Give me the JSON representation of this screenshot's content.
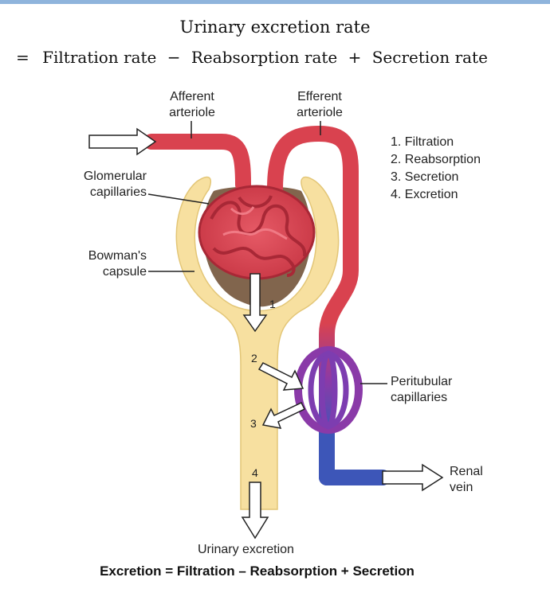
{
  "formula": {
    "line1": "Urinary excretion rate",
    "eq": "=",
    "filtration": "Filtration rate",
    "minus": "−",
    "reabsorption": "Reabsorption rate",
    "plus": "+",
    "secretion": "Secretion rate"
  },
  "labels": {
    "afferent_1": "Afferent",
    "afferent_2": "arteriole",
    "efferent_1": "Efferent",
    "efferent_2": "arteriole",
    "glomerular_1": "Glomerular",
    "glomerular_2": "capillaries",
    "bowman_1": "Bowman's",
    "bowman_2": "capsule",
    "peritubular_1": "Peritubular",
    "peritubular_2": "capillaries",
    "renal_1": "Renal",
    "renal_2": "vein",
    "urinary_excretion": "Urinary excretion"
  },
  "steps": [
    "1. Filtration",
    "2. Reabsorption",
    "3. Secretion",
    "4. Excretion"
  ],
  "step_numbers": [
    "1",
    "2",
    "3",
    "4"
  ],
  "bottom_equation": "Excretion = Filtration – Reabsorption + Secretion",
  "colors": {
    "capsule": "#f7e0a0",
    "capsule_stroke": "#e3c677",
    "vessel_red": "#d9424f",
    "vessel_dark": "#b52e3a",
    "vessel_purple": "#8a3aa8",
    "vessel_blue": "#3d56b8"
  }
}
